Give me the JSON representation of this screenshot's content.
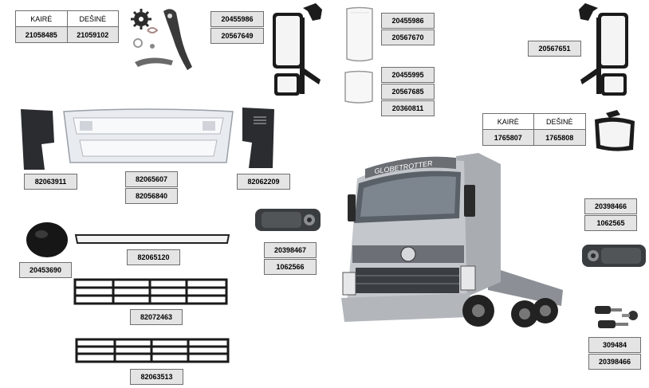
{
  "table_top_left": {
    "headers": [
      "KAIRĖ",
      "DEŠINĖ"
    ],
    "values": [
      "21058485",
      "21059102"
    ]
  },
  "table_right": {
    "headers": [
      "KAIRĖ",
      "DEŠINĖ"
    ],
    "values": [
      "1765807",
      "1765808"
    ]
  },
  "truck_brand_text": "GLOBETROTTER",
  "labels": {
    "mirror_main_a": "20455986",
    "mirror_main_b": "20567649",
    "glass_main_a": "20455986",
    "glass_main_b": "20567670",
    "glass_small_a": "20455995",
    "glass_small_b": "20567685",
    "glass_small_c": "20360811",
    "mirror_right": "20567651",
    "corner_left": "82063911",
    "front_panel_a": "82065607",
    "front_panel_b": "82056840",
    "corner_right": "82062209",
    "handle_center_a": "20398467",
    "handle_center_b": "1062566",
    "handle_right_a": "20398466",
    "handle_right_b": "1062565",
    "round_cover": "20453690",
    "strip": "82065120",
    "grille_a": "82072463",
    "grille_b": "82063513",
    "locks_a": "309484",
    "locks_b": "20398466"
  },
  "colors": {
    "label_bg": "#e4e4e4",
    "label_border": "#6f6f6f",
    "truck_body": "#bfc2c6",
    "mirror_black": "#1b1b1b"
  }
}
